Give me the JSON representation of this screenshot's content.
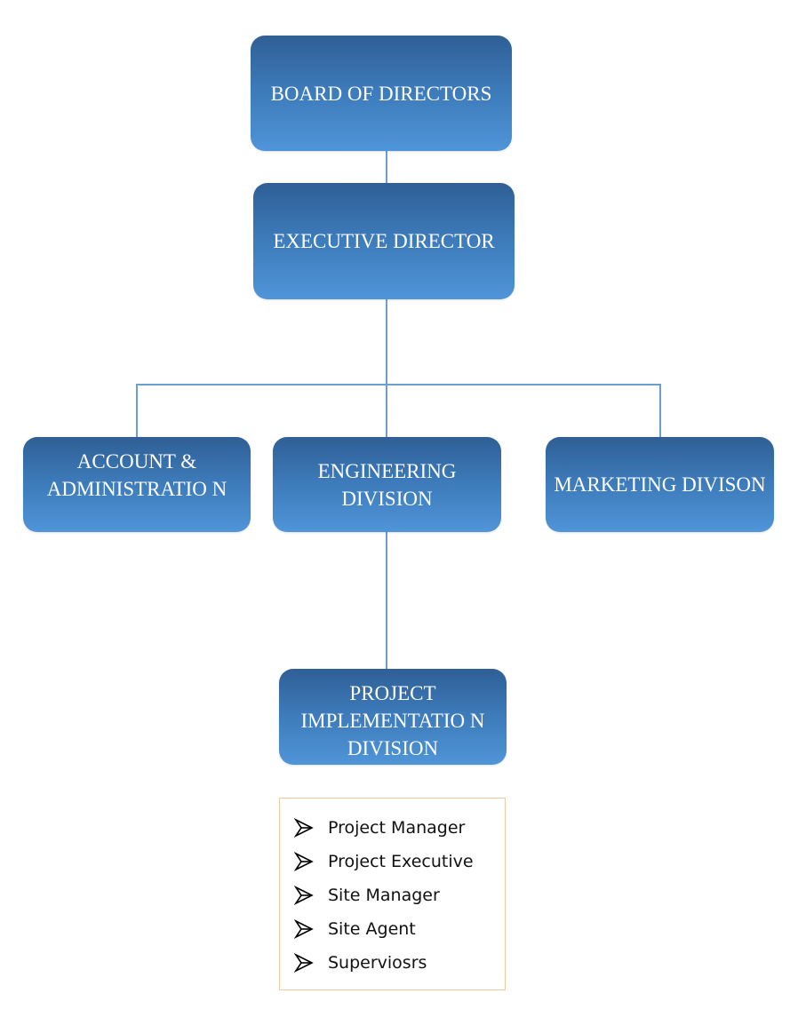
{
  "org_chart": {
    "board": {
      "label": "BOARD OF DIRECTORS"
    },
    "executive": {
      "label": "EXECUTIVE DIRECTOR"
    },
    "divisions": [
      {
        "label": "ACCOUNT & ADMINISTRATIO N"
      },
      {
        "label": "ENGINEERING DIVISION"
      },
      {
        "label": "MARKETING DIVISON"
      }
    ],
    "project_division": {
      "label": "PROJECT IMPLEMENTATIO N DIVISION"
    },
    "roles": [
      {
        "label": "Project Manager"
      },
      {
        "label": "Project Executive"
      },
      {
        "label": "Site Manager"
      },
      {
        "label": "Site Agent"
      },
      {
        "label": "Superviosrs"
      }
    ]
  },
  "colors": {
    "node_gradient_top": "#2f5f95",
    "node_gradient_bottom": "#4f95d8",
    "connector": "#6a9fd4",
    "roles_border": "#f1c9a5"
  }
}
